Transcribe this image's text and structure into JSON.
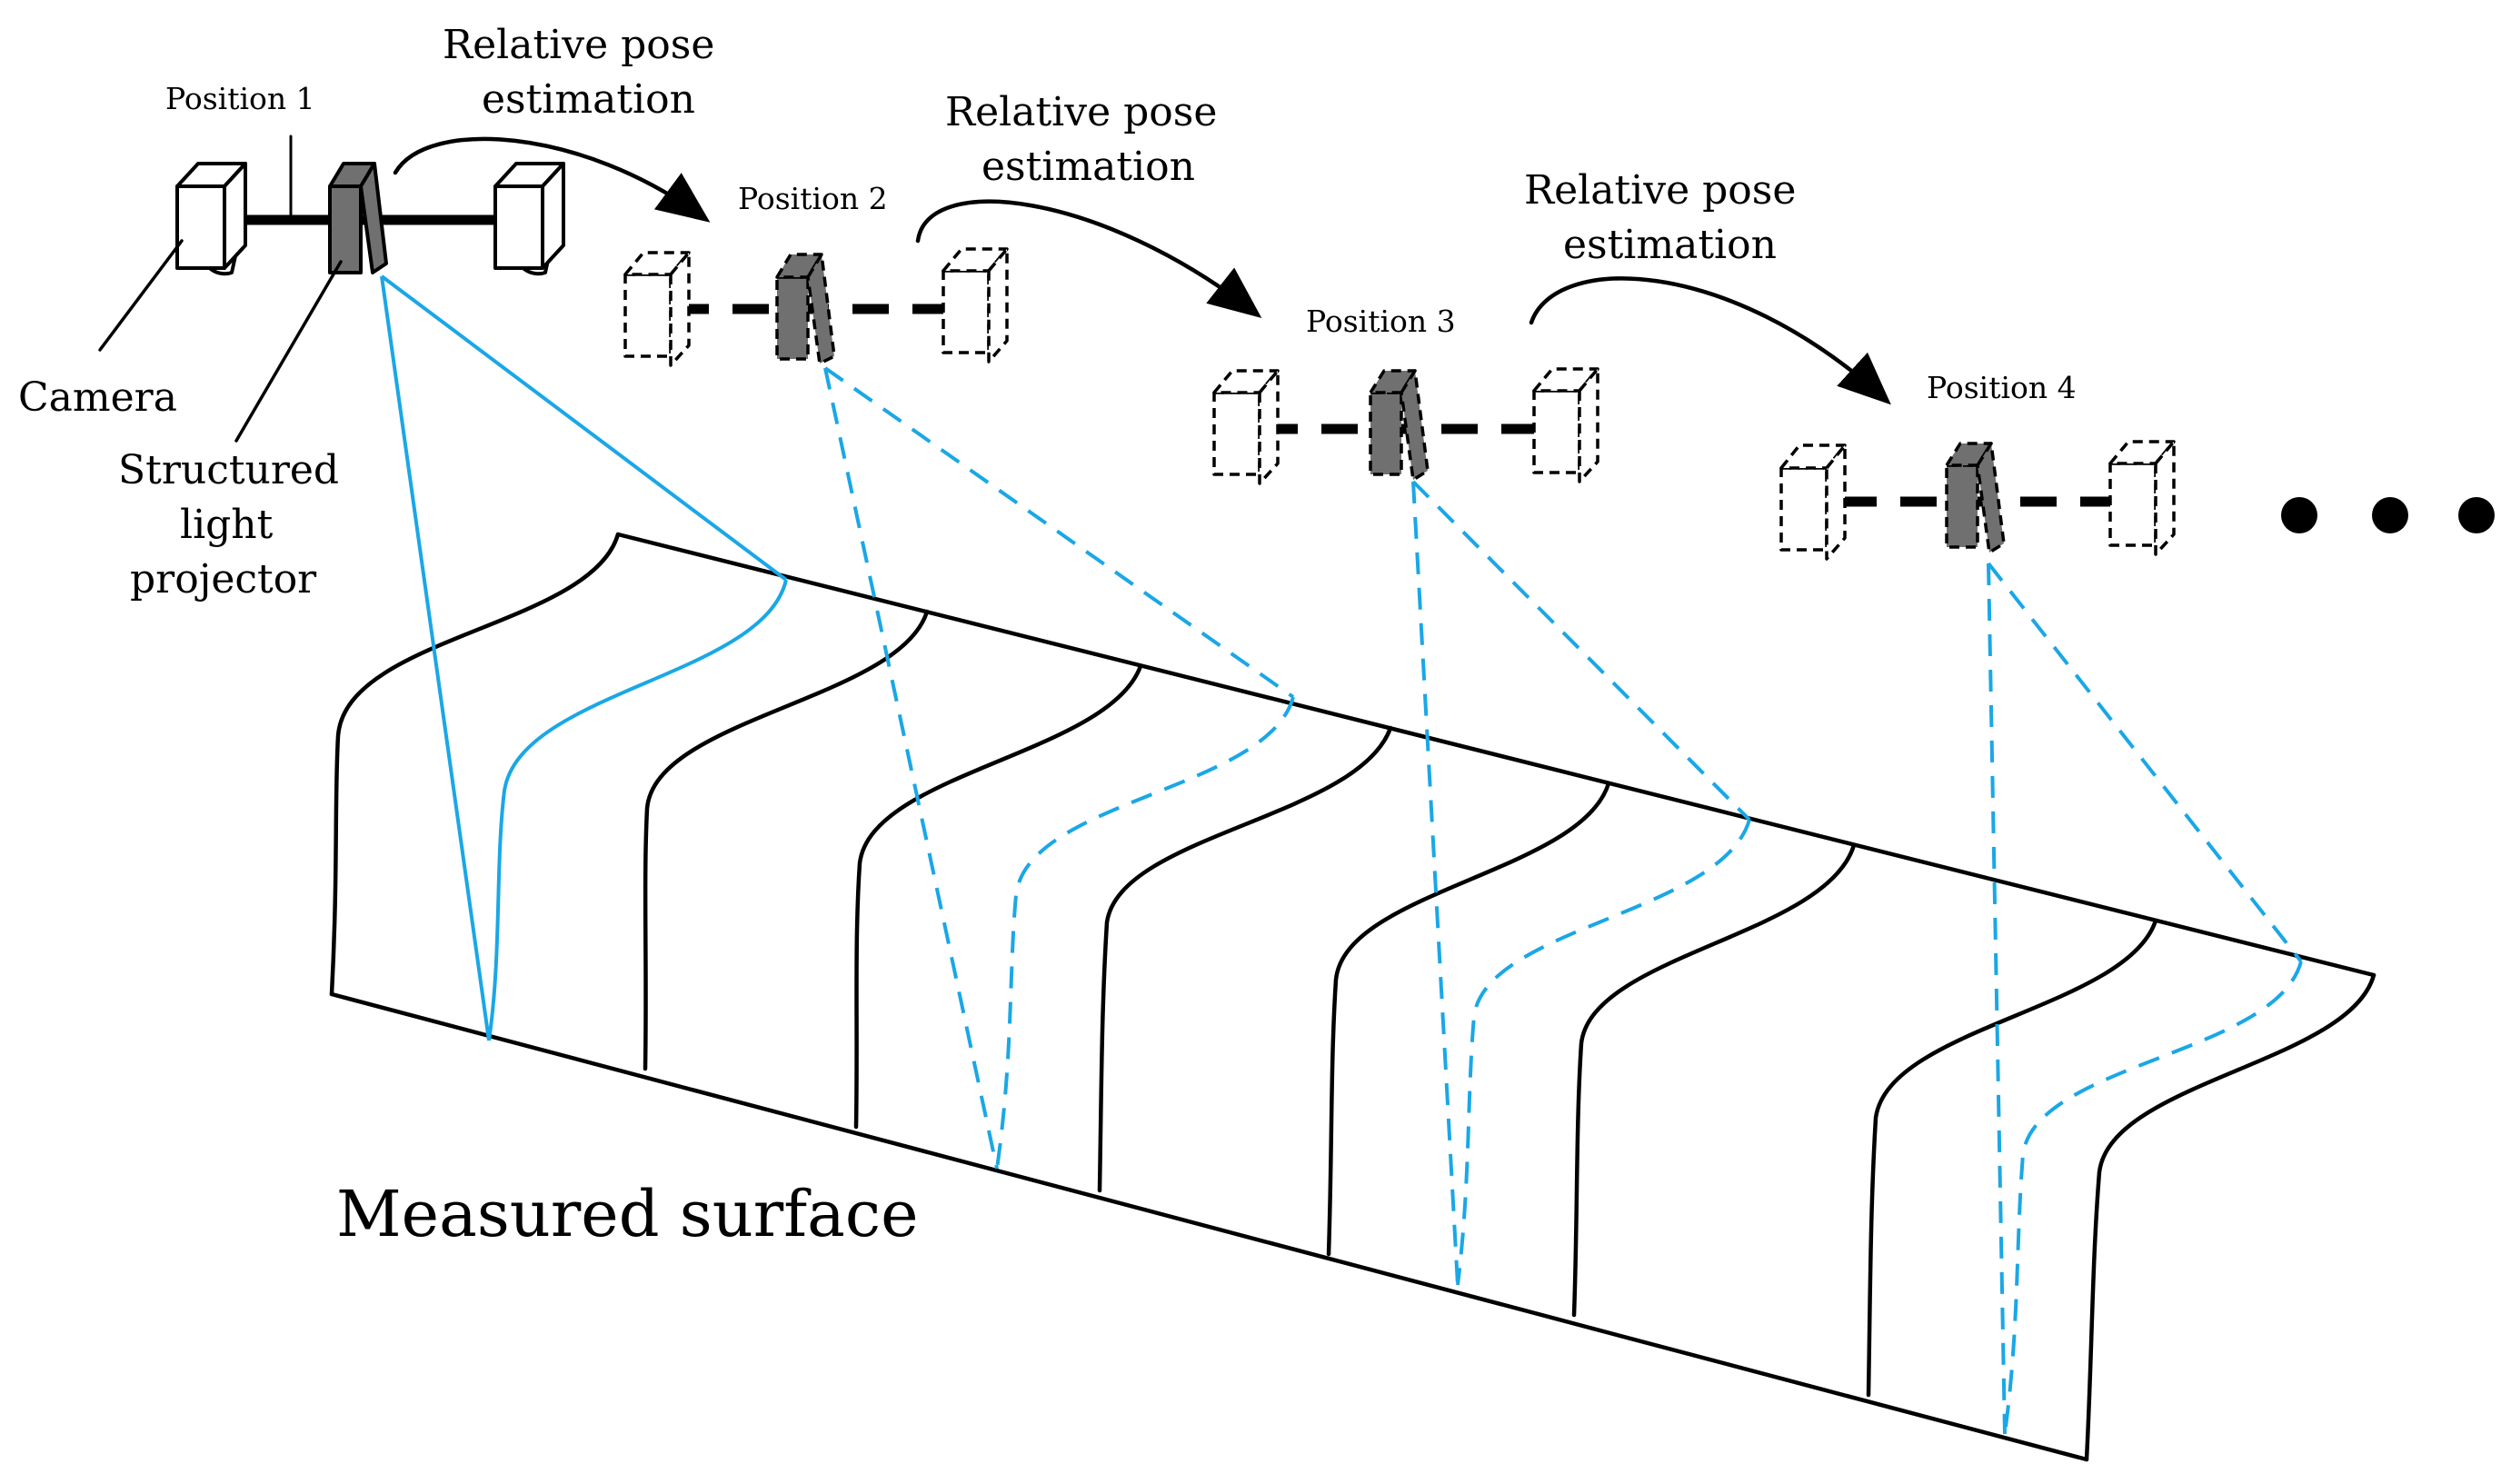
{
  "labels": {
    "position_1": "Position 1",
    "position_2": "Position 2",
    "position_3": "Position 3",
    "position_4": "Position 4",
    "rel_pose_1_a": "Relative pose",
    "rel_pose_1_b": "estimation",
    "rel_pose_2_a": "Relative pose",
    "rel_pose_2_b": "estimation",
    "rel_pose_3_a": "Relative pose",
    "rel_pose_3_b": "estimation",
    "camera": "Camera",
    "projector_1": "Structured",
    "projector_2": "light",
    "projector_3": "projector",
    "surface": "Measured surface"
  },
  "colors": {
    "line": "#000000",
    "light_stripe": "#1aa7e6",
    "projector_fill": "#707070",
    "background": "#ffffff"
  },
  "icons": [
    "camera-icon",
    "projector-icon",
    "arrow-icon",
    "ellipsis-dots-icon"
  ]
}
